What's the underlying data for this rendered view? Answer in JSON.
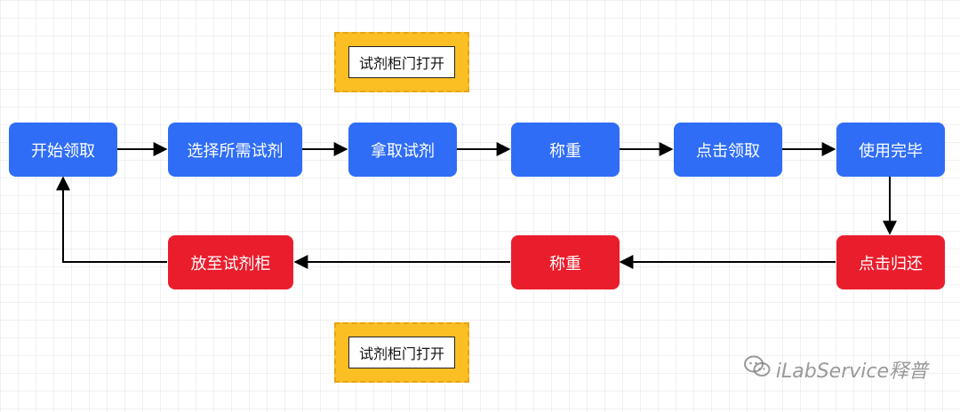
{
  "nodes": {
    "start": "开始领取",
    "select": "选择所需试剂",
    "take": "拿取试剂",
    "weigh_top": "称重",
    "click_receive": "点击领取",
    "finish_use": "使用完毕",
    "click_return": "点击归还",
    "weigh_bottom": "称重",
    "put_back": "放至试剂柜"
  },
  "notes": {
    "top": "试剂柜门打开",
    "bottom": "试剂柜门打开"
  },
  "watermark": {
    "text": "iLabService释普",
    "icon": "wechat-icon"
  },
  "colors": {
    "blue_node": "#2f6df6",
    "red_node": "#ea1d2c",
    "note_fill": "#fbbf24",
    "edge": "#000000"
  }
}
